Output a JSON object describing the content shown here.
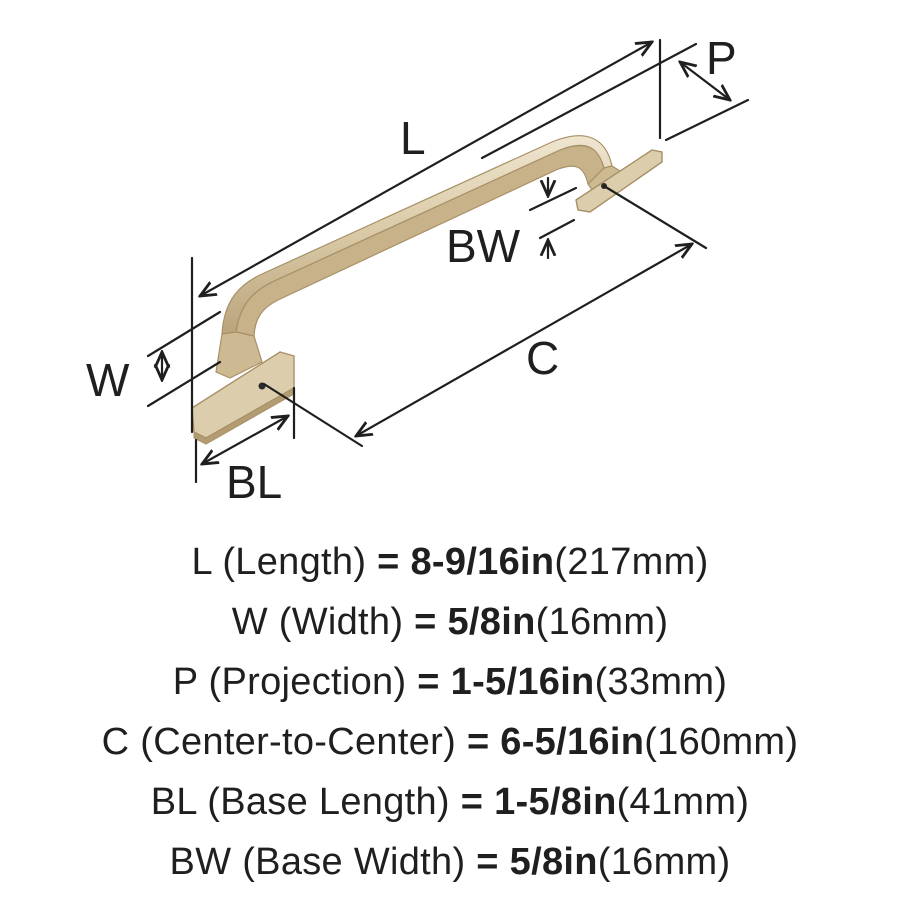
{
  "diagram": {
    "labels": {
      "L": "L",
      "P": "P",
      "BW": "BW",
      "W": "W",
      "C": "C",
      "BL": "BL"
    },
    "handle_color": "#d9c9a6",
    "handle_shade": "#b9a47c",
    "handle_highlight": "#efe5cf"
  },
  "specs": [
    {
      "code": "L",
      "name": "(Length)",
      "eq": "=",
      "imperial": "8-9/16in",
      "metric": "(217mm)"
    },
    {
      "code": "W",
      "name": "(Width)",
      "eq": "=",
      "imperial": "5/8in",
      "metric": "(16mm)"
    },
    {
      "code": "P",
      "name": "(Projection)",
      "eq": "=",
      "imperial": "1-5/16in",
      "metric": "(33mm)"
    },
    {
      "code": "C",
      "name": "(Center-to-Center)",
      "eq": "=",
      "imperial": "6-5/16in",
      "metric": "(160mm)"
    },
    {
      "code": "BL",
      "name": "(Base Length)",
      "eq": "=",
      "imperial": "1-5/8in",
      "metric": "(41mm)"
    },
    {
      "code": "BW",
      "name": "(Base Width)",
      "eq": "=",
      "imperial": "5/8in",
      "metric": "(16mm)"
    }
  ]
}
